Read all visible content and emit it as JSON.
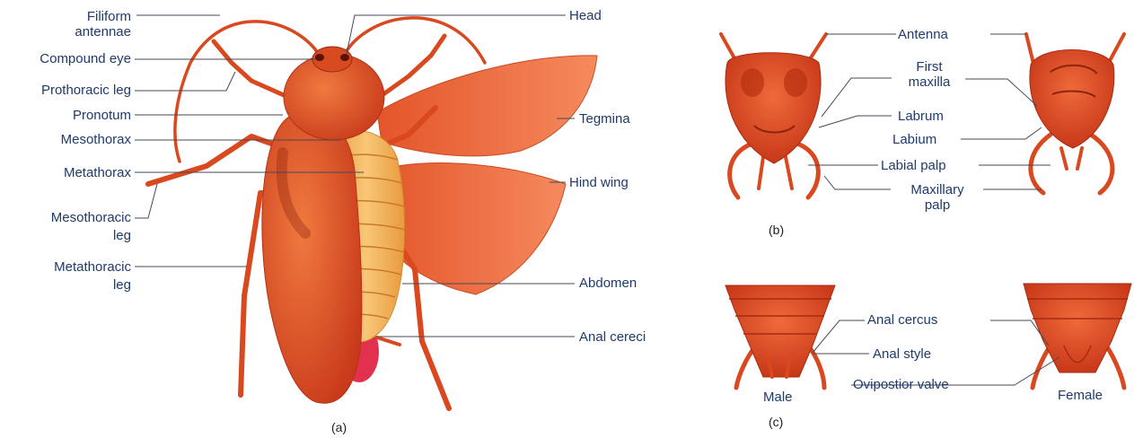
{
  "figure_a": {
    "caption": "(a)",
    "labels": {
      "filiform_antennae_1": "Filiform",
      "filiform_antennae_2": "antennae",
      "compound_eye": "Compound eye",
      "prothoracic_leg": "Prothoracic leg",
      "pronotum": "Pronotum",
      "mesothorax": "Mesothorax",
      "metathorax": "Metathorax",
      "mesothoracic_leg_1": "Mesothoracic",
      "mesothoracic_leg_2": "leg",
      "metathoracic_leg_1": "Metathoracic",
      "metathoracic_leg_2": "leg",
      "head": "Head",
      "tegmina": "Tegmina",
      "hind_wing": "Hind wing",
      "abdomen": "Abdomen",
      "anal_cerci": "Anal cereci"
    }
  },
  "figure_b": {
    "caption": "(b)",
    "labels": {
      "antenna": "Antenna",
      "first_maxilla_1": "First",
      "first_maxilla_2": "maxilla",
      "labrum": "Labrum",
      "labium": "Labium",
      "labial_palp": "Labial palp",
      "maxillary_palp_1": "Maxillary",
      "maxillary_palp_2": "palp"
    }
  },
  "figure_c": {
    "caption": "(c)",
    "labels": {
      "male": "Male",
      "female": "Female",
      "anal_cercus": "Anal cercus",
      "anal_style": "Anal style",
      "ovipositor_valve": "Ovipostior valve"
    }
  },
  "colors": {
    "label_text": "#1f3a6b",
    "leader_line": "#44495a",
    "body_orange": "#e0451c",
    "body_dark": "#b5300f",
    "wing_orange": "#ef6a3d",
    "abdomen_yellow": "#f3b25b",
    "cerci_pink": "#e2304f"
  }
}
